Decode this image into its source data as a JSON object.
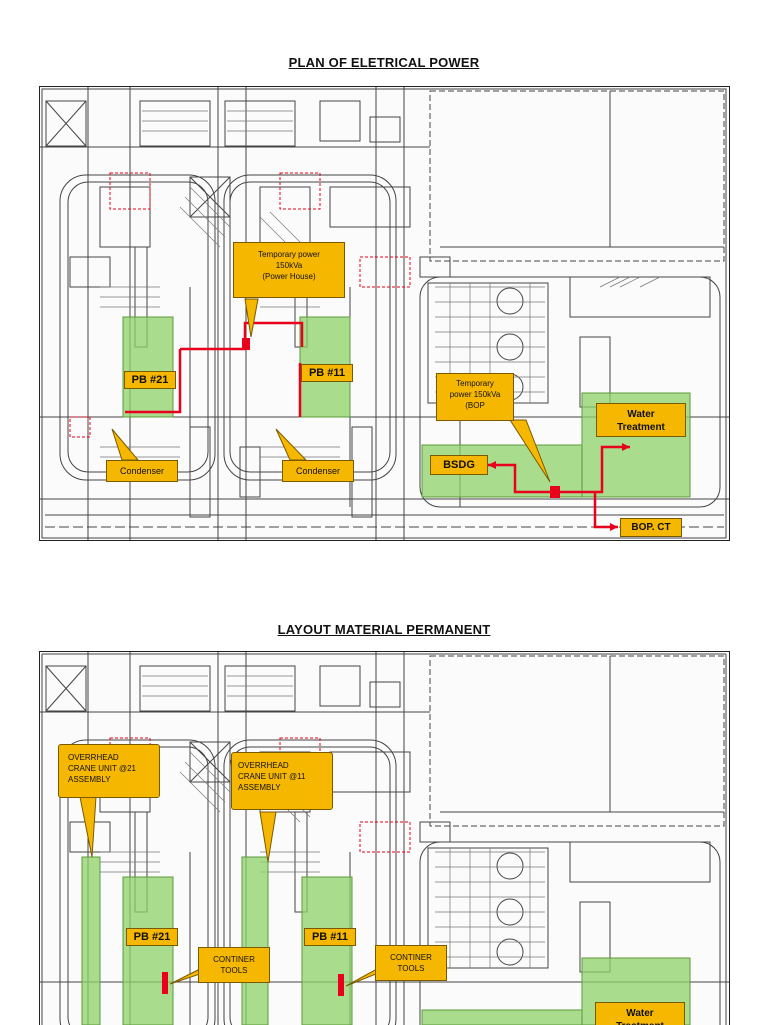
{
  "plan1": {
    "title": "PLAN OF ELETRICAL POWER",
    "labels": {
      "temp_power_house": "Temporary power\n150kVa\n(Power House)",
      "pb21": "PB #21",
      "pb11": "PB #11",
      "condenser_left": "Condenser",
      "condenser_right": "Condenser",
      "temp_power_bop": "Temporary\npower 150kVa\n(BOP",
      "bsdg": "BSDG",
      "water_treatment": "Water\nTreatment",
      "bop_ct": "BOP. CT"
    }
  },
  "plan2": {
    "title": "LAYOUT MATERIAL PERMANENT",
    "labels": {
      "crane21": "OVERRHEAD\nCRANE UNIT @21\nASSEMBLY",
      "crane11": "OVERRHEAD\nCRANE UNIT @11\nASSEMBLY",
      "pb21": "PB #21",
      "pb11": "PB #11",
      "continer_left": "CONTINER\nTOOLS",
      "continer_right": "CONTINER\nTOOLS",
      "water_treatment": "Water\nTreatment"
    }
  },
  "colors": {
    "highlight_green": "#8fd16a",
    "callout_yellow": "#f6b700",
    "power_red": "#e8001c",
    "drawing_line": "#333333"
  }
}
